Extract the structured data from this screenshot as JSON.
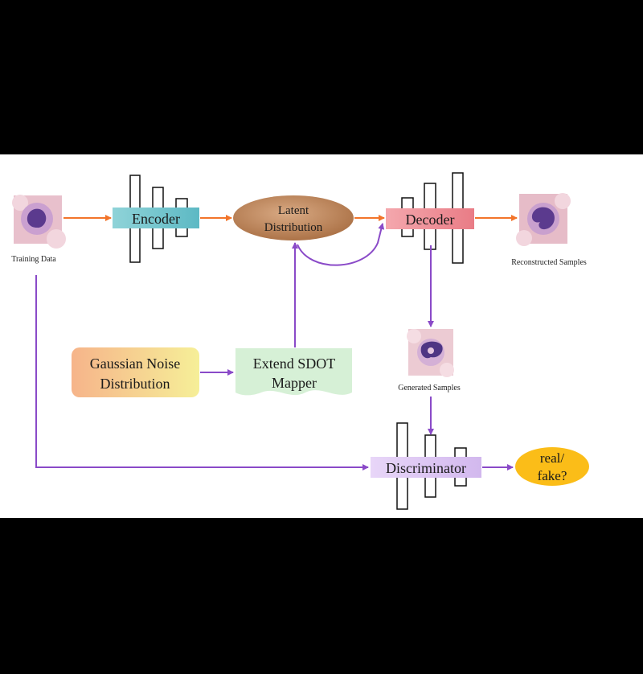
{
  "labels": {
    "training_data": "Training Data",
    "encoder": "Encoder",
    "latent_line1": "Latent",
    "latent_line2": "Distribution",
    "decoder": "Decoder",
    "reconstructed": "Reconstructed Samples",
    "gaussian_line1": "Gaussian Noise",
    "gaussian_line2": "Distribution",
    "sdot_line1": "Extend SDOT",
    "sdot_line2": "Mapper",
    "generated": "Generated Samples",
    "discriminator": "Discriminator",
    "output_line1": "real/",
    "output_line2": "fake?"
  },
  "colors": {
    "orange_arrow": "#f2742a",
    "purple_arrow": "#8a4ac8",
    "encoder_fill": "#74c7cf",
    "latent_fill": "#b87a4c",
    "decoder_fill": "#ef8e96",
    "discriminator_fill": "#ddc6f2",
    "output_fill": "#fbbd18",
    "sdot_fill": "#d6f0d6",
    "cell_bg": "#e6b8c4",
    "nucleus": "#5b3a8e"
  }
}
